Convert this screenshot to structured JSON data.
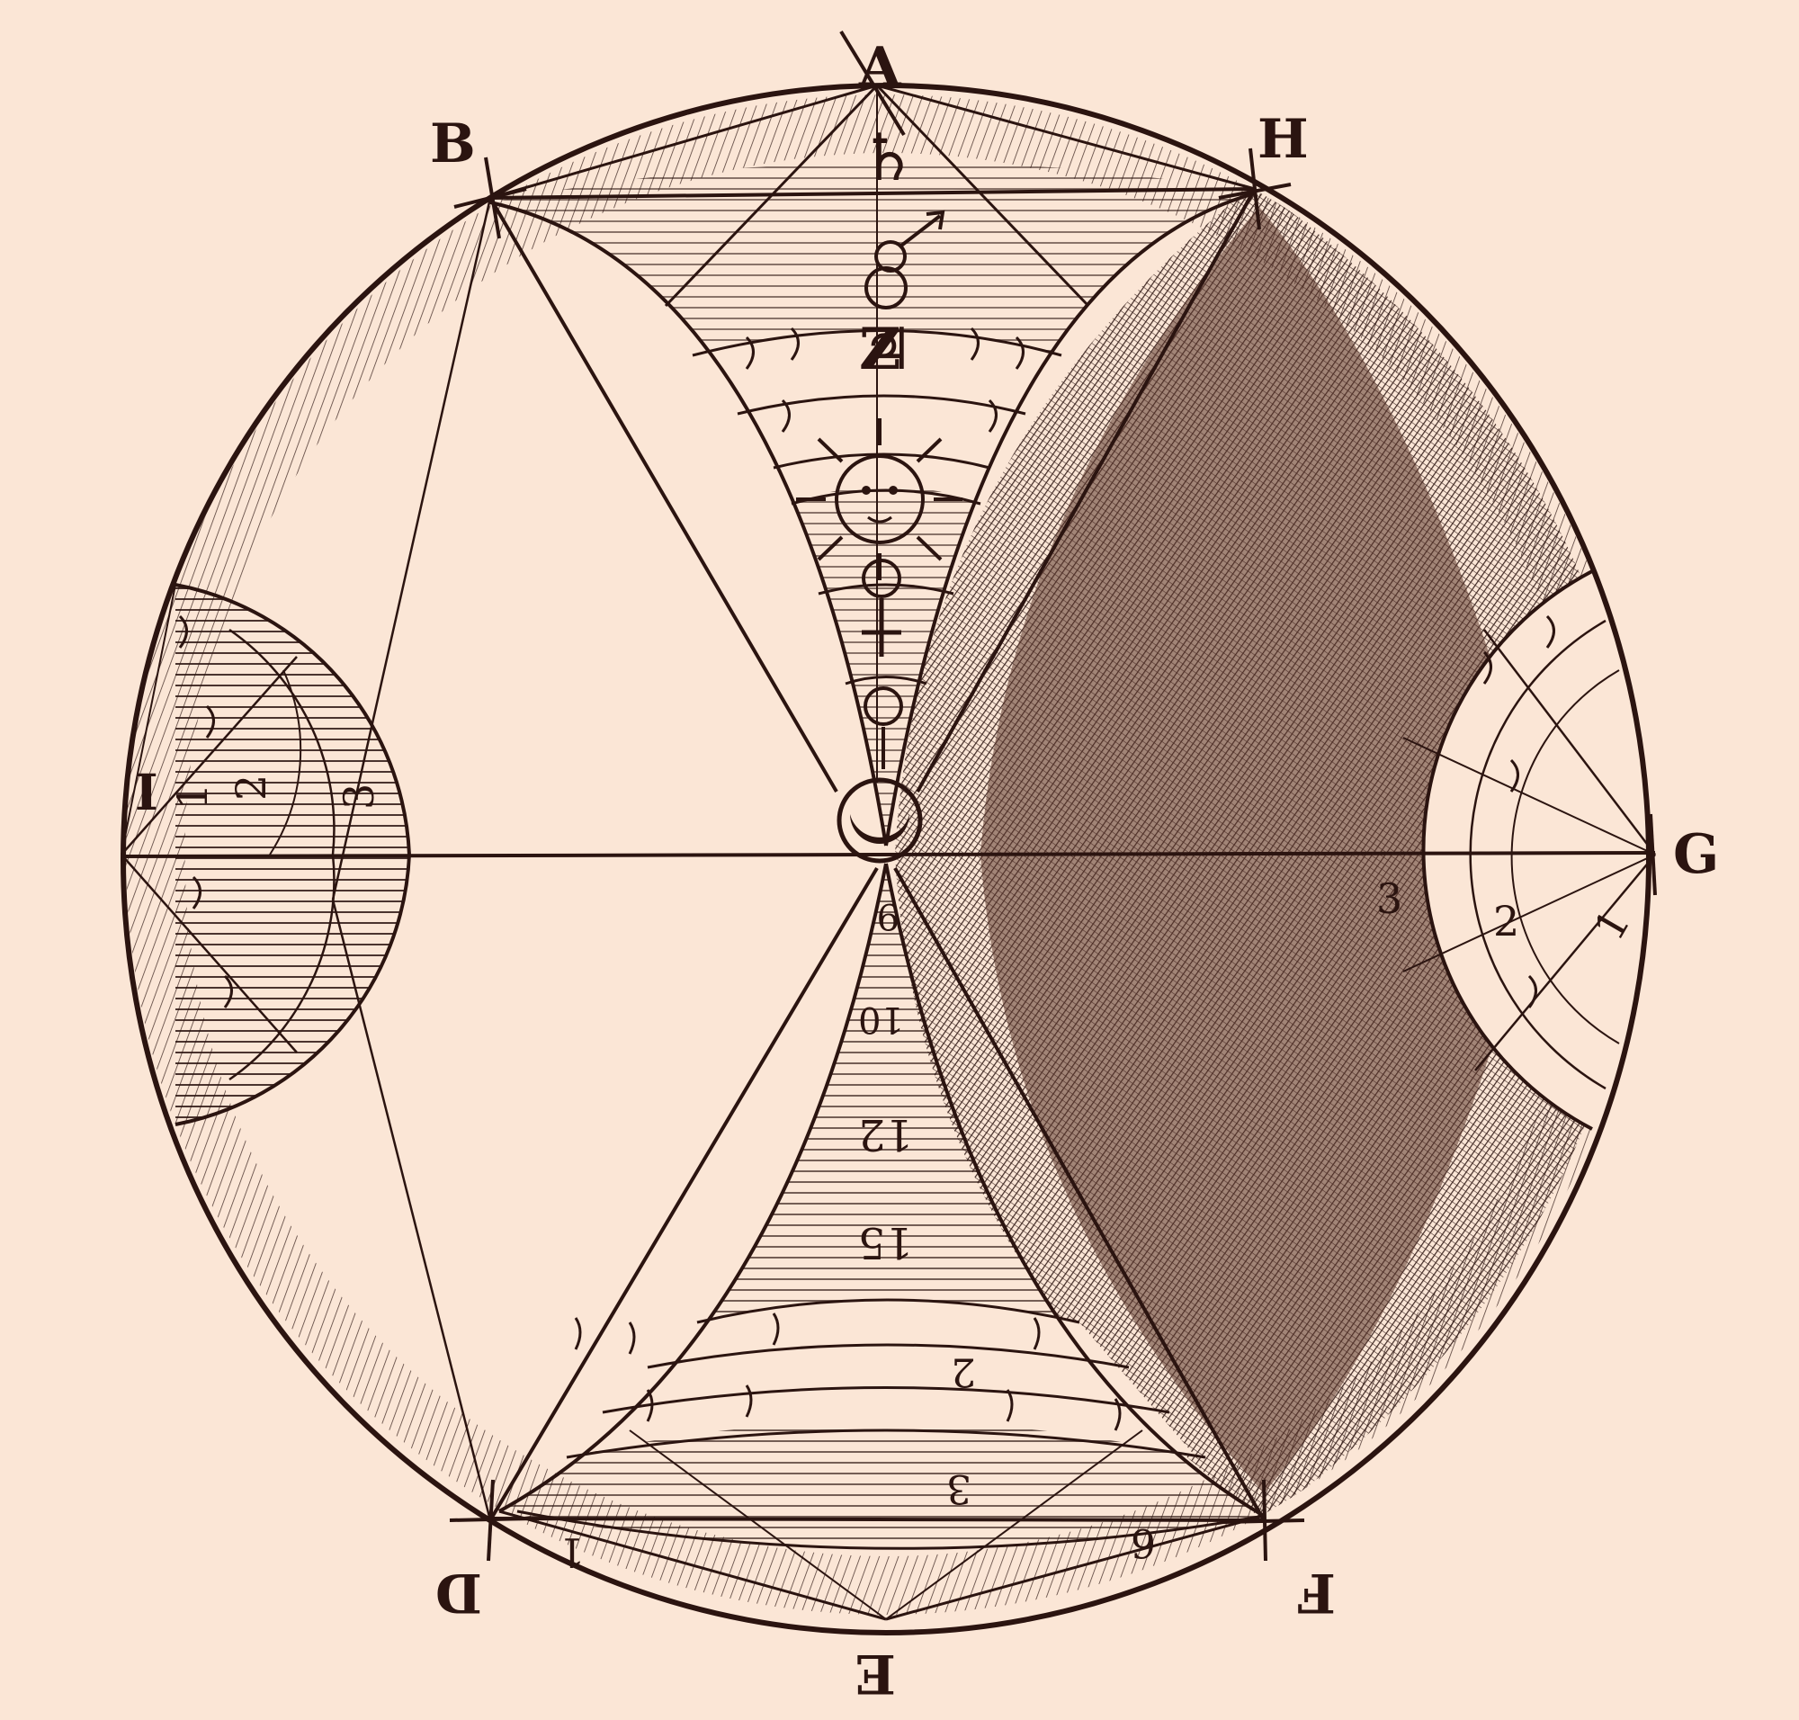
{
  "colors": {
    "paper": "#fbe6d6",
    "ink": "#2b1410",
    "shade_dark": "#5a3429",
    "shade_light": "#c9a898"
  },
  "diagram": {
    "point_labels": {
      "A": "A",
      "B": "B",
      "H": "H",
      "G": "G",
      "F": "F",
      "E": "E",
      "D": "D",
      "I": "I"
    },
    "zone_numbers": {
      "left_1": "1",
      "left_2": "2",
      "left_3": "3",
      "right_1": "1",
      "right_2": "2",
      "right_3": "3",
      "lower_1": "1",
      "lower_2": "2",
      "lower_3": "3",
      "lower_6": "6",
      "lower_9": "9",
      "lower_10": "10",
      "lower_12": "12",
      "lower_15": "15",
      "upper_Z": "Z"
    },
    "symbols": {
      "saturn": "saturn-symbol",
      "mars": "mars-symbol",
      "jupiter": "jupiter-symbol",
      "sun": "sun-face",
      "venus": "venus-symbol",
      "mercury": "mercury-symbol",
      "moon": "moon-symbol"
    }
  }
}
